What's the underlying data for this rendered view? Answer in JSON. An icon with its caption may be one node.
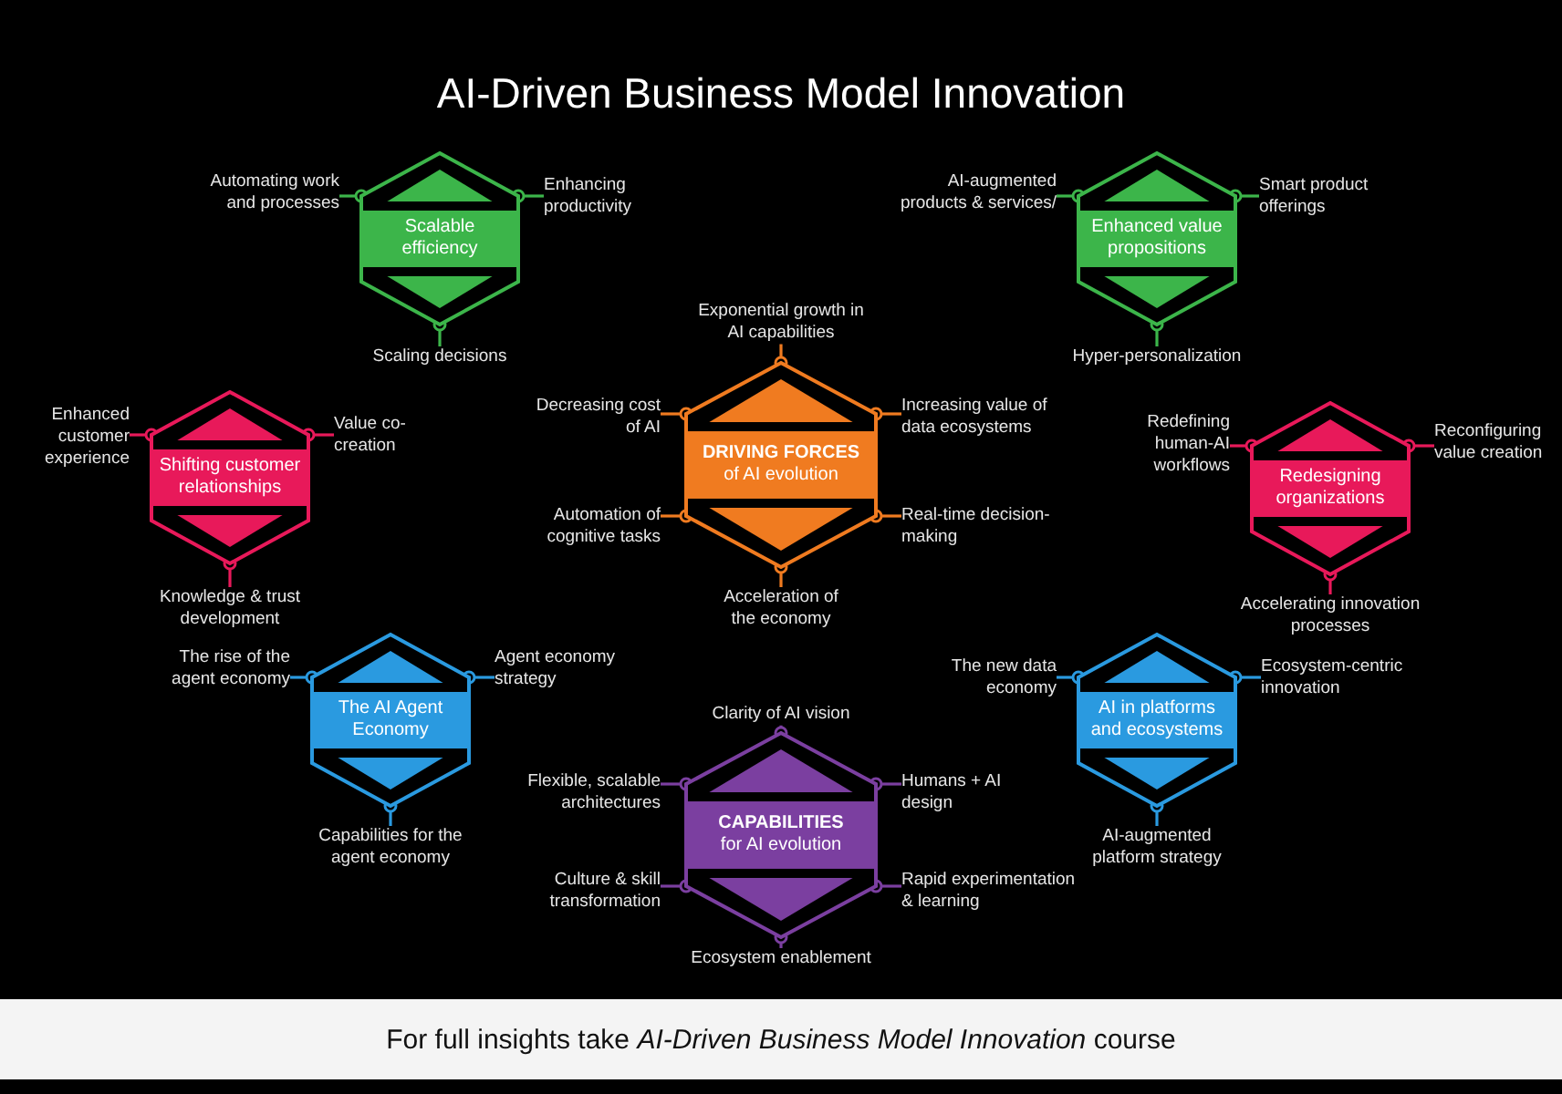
{
  "diagram": {
    "title": "AI-Driven Business Model Innovation",
    "caption": "For full insights take *AI-Driven Business Model Innovation* course",
    "nodes": [
      {
        "text": [
          "Scalable efficiency"
        ]
      },
      {
        "text": [
          "Automating work and processes"
        ]
      },
      {
        "text": [
          "Enhancing productivity"
        ]
      },
      {
        "text": [
          "Scaling decisions"
        ]
      },
      {
        "text": [
          "Enhanced value propositions"
        ]
      },
      {
        "text": [
          "AI-augmented products & services/"
        ]
      },
      {
        "text": [
          "Smart product offerings"
        ]
      },
      {
        "text": [
          "Hyper-personalization"
        ]
      },
      {
        "text": [
          "Shifting customer relationships"
        ]
      },
      {
        "text": [
          "Enhanced customer experience"
        ]
      },
      {
        "text": [
          "Value co-creation"
        ]
      },
      {
        "text": [
          "Knowledge & trust development"
        ]
      },
      {
        "text": [
          "**DRIVING FORCES** of AI evolution"
        ]
      },
      {
        "text": [
          "Exponential growth in AI capabilities"
        ]
      },
      {
        "text": [
          "Decreasing cost of AI"
        ]
      },
      {
        "text": [
          "Increasing value of data ecosystems"
        ]
      },
      {
        "text": [
          "Automation of cognitive tasks"
        ]
      },
      {
        "text": [
          "Real-time decision-making"
        ]
      },
      {
        "text": [
          "Acceleration of the economy"
        ]
      },
      {
        "text": [
          "Redesigning organizations"
        ]
      },
      {
        "text": [
          "Redefining human-AI workflows"
        ]
      },
      {
        "text": [
          "Reconfiguring value creation"
        ]
      },
      {
        "text": [
          "Accelerating innovation processes"
        ]
      },
      {
        "text": [
          "The AI Agent Economy"
        ]
      },
      {
        "text": [
          "The rise of the agent economy"
        ]
      },
      {
        "text": [
          "Agent economy strategy"
        ]
      },
      {
        "text": [
          "Capabilities for the agent economy"
        ]
      },
      {
        "text": [
          "**CAPABILITIES** for AI evolution"
        ]
      },
      {
        "text": [
          "Clarity of AI vision"
        ]
      },
      {
        "text": [
          "Flexible, scalable architectures"
        ]
      },
      {
        "text": [
          "Humans + AI design"
        ]
      },
      {
        "text": [
          "Culture & skill transformation"
        ]
      },
      {
        "text": [
          "Rapid experimentation & learning"
        ]
      },
      {
        "text": [
          "Ecosystem enablement"
        ]
      },
      {
        "text": [
          "AI in platforms and ecosystems"
        ]
      },
      {
        "text": [
          "The new data economy"
        ]
      },
      {
        "text": [
          "Ecosystem-centric innovation"
        ]
      },
      {
        "text": [
          "AI-augmented platform strategy"
        ]
      }
    ],
    "edges": [
      {
        "from": 0,
        "to": 1,
        "arrow": "other",
        "color": "#3cb54a"
      },
      {
        "from": 0,
        "to": 2,
        "arrow": "other",
        "color": "#3cb54a"
      },
      {
        "from": 0,
        "to": 3,
        "arrow": "other",
        "color": "#3cb54a"
      },
      {
        "from": 4,
        "to": 5,
        "arrow": "other",
        "color": "#3cb54a"
      },
      {
        "from": 4,
        "to": 6,
        "arrow": "other",
        "color": "#3cb54a"
      },
      {
        "from": 4,
        "to": 7,
        "arrow": "other",
        "color": "#3cb54a"
      },
      {
        "from": 8,
        "to": 9,
        "arrow": "other",
        "color": "#e8195a"
      },
      {
        "from": 8,
        "to": 10,
        "arrow": "other",
        "color": "#e8195a"
      },
      {
        "from": 8,
        "to": 11,
        "arrow": "other",
        "color": "#e8195a"
      },
      {
        "from": 12,
        "to": 13,
        "arrow": "other",
        "color": "#f07b20"
      },
      {
        "from": 12,
        "to": 14,
        "arrow": "other",
        "color": "#f07b20"
      },
      {
        "from": 12,
        "to": 15,
        "arrow": "other",
        "color": "#f07b20"
      },
      {
        "from": 12,
        "to": 16,
        "arrow": "other",
        "color": "#f07b20"
      },
      {
        "from": 12,
        "to": 17,
        "arrow": "other",
        "color": "#f07b20"
      },
      {
        "from": 12,
        "to": 18,
        "arrow": "other",
        "color": "#f07b20"
      },
      {
        "from": 19,
        "to": 20,
        "arrow": "other",
        "color": "#e8195a"
      },
      {
        "from": 19,
        "to": 21,
        "arrow": "other",
        "color": "#e8195a"
      },
      {
        "from": 19,
        "to": 22,
        "arrow": "other",
        "color": "#e8195a"
      },
      {
        "from": 23,
        "to": 24,
        "arrow": "other",
        "color": "#2a9ae0"
      },
      {
        "from": 23,
        "to": 25,
        "arrow": "other",
        "color": "#2a9ae0"
      },
      {
        "from": 23,
        "to": 26,
        "arrow": "other",
        "color": "#2a9ae0"
      },
      {
        "from": 27,
        "to": 28,
        "arrow": "other",
        "color": "#7b3fa0"
      },
      {
        "from": 27,
        "to": 29,
        "arrow": "other",
        "color": "#7b3fa0"
      },
      {
        "from": 27,
        "to": 30,
        "arrow": "other",
        "color": "#7b3fa0"
      },
      {
        "from": 27,
        "to": 31,
        "arrow": "other",
        "color": "#7b3fa0"
      },
      {
        "from": 27,
        "to": 32,
        "arrow": "other",
        "color": "#7b3fa0"
      },
      {
        "from": 27,
        "to": 33,
        "arrow": "other",
        "color": "#7b3fa0"
      },
      {
        "from": 34,
        "to": 35,
        "arrow": "other",
        "color": "#2a9ae0"
      },
      {
        "from": 34,
        "to": 36,
        "arrow": "other",
        "color": "#2a9ae0"
      },
      {
        "from": 34,
        "to": 37,
        "arrow": "other",
        "color": "#2a9ae0"
      }
    ]
  }
}
